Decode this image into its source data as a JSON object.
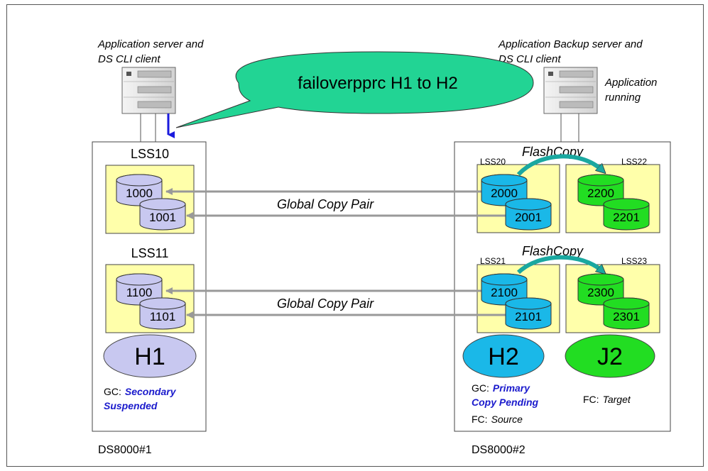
{
  "servers": {
    "left_caption_line1": "Application server and",
    "left_caption_line2": "DS CLI client",
    "right_caption_line1": "Application Backup server and",
    "right_caption_line2": "DS CLI client",
    "right_status_line1": "Application",
    "right_status_line2": "running"
  },
  "callout": {
    "text": "failoverpprc H1 to H2"
  },
  "left_storage": {
    "name": "DS8000#1",
    "lss_top": "LSS10",
    "lss_bottom": "LSS11",
    "volumes_top": [
      "1000",
      "1001"
    ],
    "volumes_bottom": [
      "1100",
      "1101"
    ],
    "site_label": "H1",
    "status_prefix": "GC:",
    "status_line1": "Secondary",
    "status_line2": "Suspended"
  },
  "right_storage": {
    "name": "DS8000#2",
    "lss_labels": [
      "LSS20",
      "LSS22",
      "LSS21",
      "LSS23"
    ],
    "volumes_h2_top": [
      "2000",
      "2001"
    ],
    "volumes_j2_top": [
      "2200",
      "2201"
    ],
    "volumes_h2_bottom": [
      "2100",
      "2101"
    ],
    "volumes_j2_bottom": [
      "2300",
      "2301"
    ],
    "flashcopy_label": "FlashCopy",
    "site_h2": "H2",
    "site_j2": "J2",
    "gc_prefix": "GC:",
    "gc_line1": "Primary",
    "gc_line2": "Copy Pending",
    "fc_source_prefix": "FC:",
    "fc_source_value": "Source",
    "fc_target_prefix": "FC:",
    "fc_target_value": "Target"
  },
  "links": {
    "global_copy_label": "Global Copy Pair"
  },
  "colors": {
    "lss_fill": "#ffffaa",
    "h1_volume": "#c8c8f0",
    "h2_volume": "#1ab8e8",
    "j2_volume": "#22dd22",
    "callout": "#22d494",
    "status_blue": "#1a1acc",
    "arrow_gray": "#999999",
    "arrow_blue": "#1a1add"
  }
}
